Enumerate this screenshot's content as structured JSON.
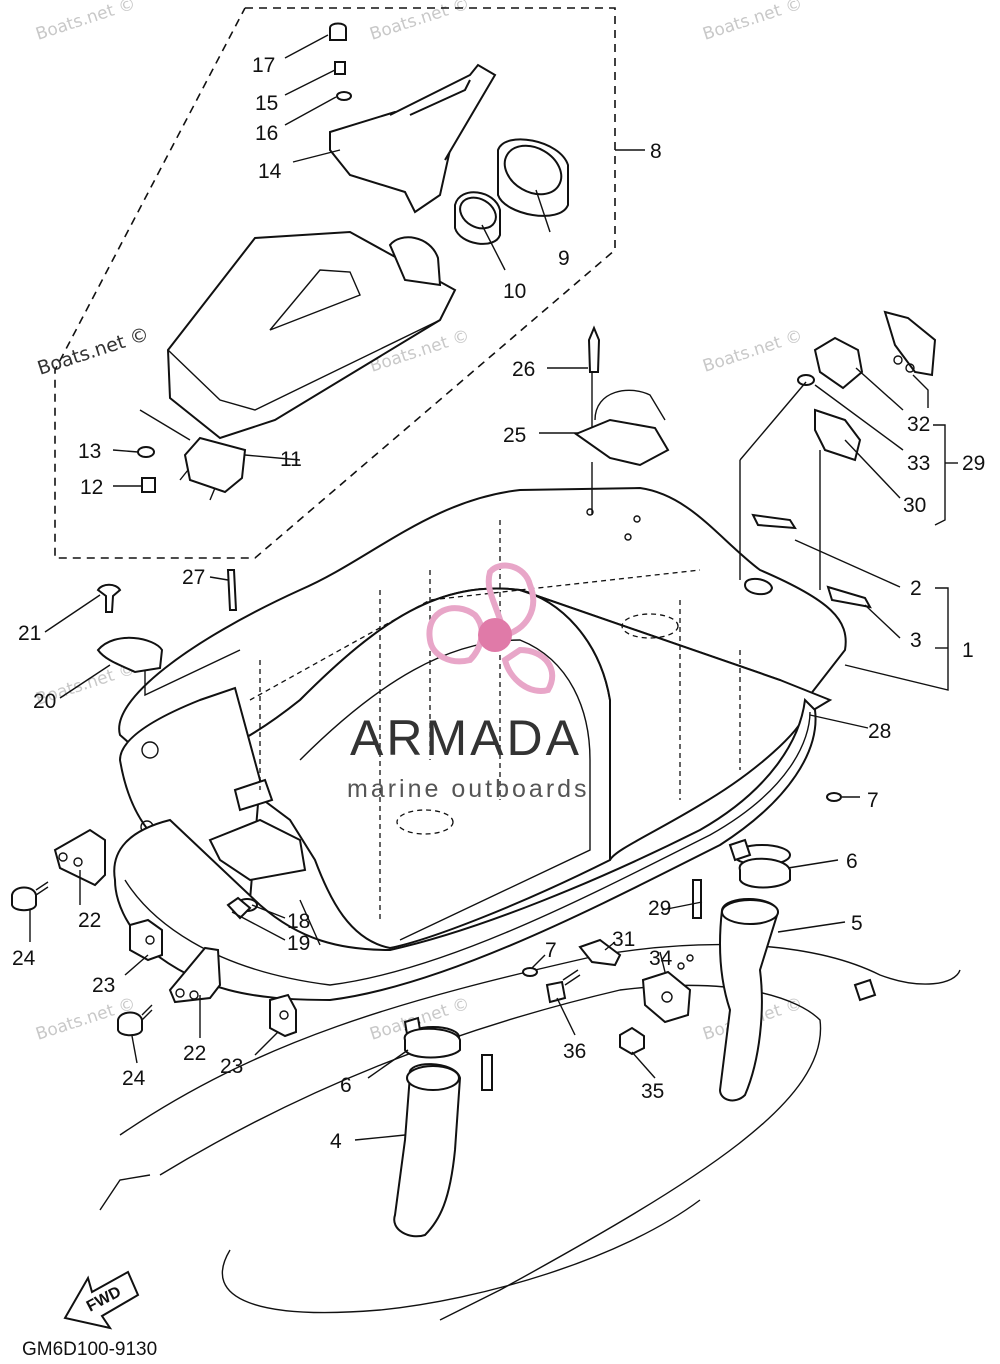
{
  "watermark": "Boats.net ©",
  "brand": {
    "name": "ARMADA",
    "tagline": "marine outboards",
    "logo_color": "#e8a6c8",
    "logo_center_color": "#e07aa8"
  },
  "diagram_code": "GM6D100-9130",
  "fwd_label": "FWD",
  "callouts": {
    "c1": "1",
    "c2": "2",
    "c3": "3",
    "c4": "4",
    "c5": "5",
    "c6a": "6",
    "c6b": "6",
    "c7a": "7",
    "c7b": "7",
    "c8": "8",
    "c9": "9",
    "c10": "10",
    "c11": "11",
    "c12": "12",
    "c13": "13",
    "c14": "14",
    "c15": "15",
    "c16": "16",
    "c17": "17",
    "c18": "18",
    "c19": "19",
    "c20": "20",
    "c21": "21",
    "c22a": "22",
    "c22b": "22",
    "c23a": "23",
    "c23b": "23",
    "c24a": "24",
    "c24b": "24",
    "c25": "25",
    "c26": "26",
    "c27": "27",
    "c28": "28",
    "c29a": "29",
    "c29b": "29",
    "c30": "30",
    "c31": "31",
    "c32": "32",
    "c33": "33",
    "c34": "34",
    "c35": "35",
    "c36": "36"
  }
}
